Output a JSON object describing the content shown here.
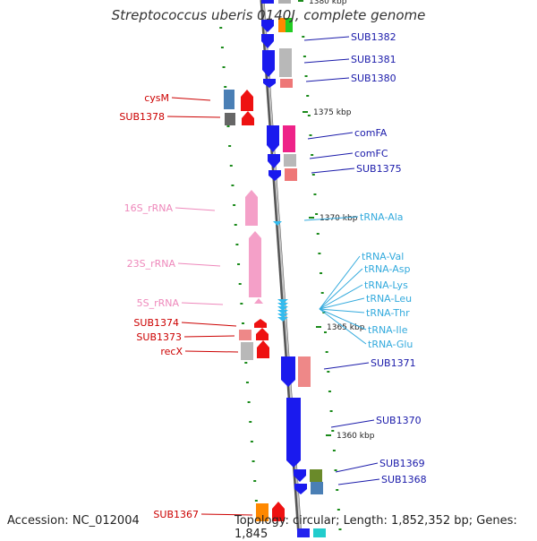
{
  "title": "Streptococcus uberis 0140J, complete genome",
  "footer": {
    "accession": "Accession: NC_012004",
    "topology": "Topology: circular; Length: 1,852,352 bp; Genes: 1,845"
  },
  "colors": {
    "cds_blue": "#1a1aee",
    "cds_red": "#ee1111",
    "rrna_pink": "#f4a0c8",
    "trna_cyan": "#33bbee",
    "backbone_gray": "#7a7a7a",
    "tick_green": "#1a8a1a",
    "label_red": "#cc0000",
    "label_blue": "#1a1aaa",
    "label_pink": "#ee88bb",
    "label_cyan": "#33aadd"
  },
  "scale_labels": [
    "1380 kbp",
    "1375 kbp",
    "1370 kbp",
    "1365 kbp",
    "1360 kbp"
  ],
  "genes_left": [
    {
      "name": "cysM",
      "color": "label_red"
    },
    {
      "name": "SUB1378",
      "color": "label_red"
    },
    {
      "name": "16S_rRNA",
      "color": "label_pink"
    },
    {
      "name": "23S_rRNA",
      "color": "label_pink"
    },
    {
      "name": "5S_rRNA",
      "color": "label_pink"
    },
    {
      "name": "SUB1374",
      "color": "label_red"
    },
    {
      "name": "SUB1373",
      "color": "label_red"
    },
    {
      "name": "recX",
      "color": "label_red"
    },
    {
      "name": "SUB1367",
      "color": "label_red"
    }
  ],
  "genes_right": [
    {
      "name": "SUB1382",
      "color": "label_blue"
    },
    {
      "name": "SUB1381",
      "color": "label_blue"
    },
    {
      "name": "SUB1380",
      "color": "label_blue"
    },
    {
      "name": "comFA",
      "color": "label_blue"
    },
    {
      "name": "comFC",
      "color": "label_blue"
    },
    {
      "name": "SUB1375",
      "color": "label_blue"
    },
    {
      "name": "tRNA-Ala",
      "color": "label_cyan"
    },
    {
      "name": "tRNA-Val",
      "color": "label_cyan"
    },
    {
      "name": "tRNA-Asp",
      "color": "label_cyan"
    },
    {
      "name": "tRNA-Lys",
      "color": "label_cyan"
    },
    {
      "name": "tRNA-Leu",
      "color": "label_cyan"
    },
    {
      "name": "tRNA-Thr",
      "color": "label_cyan"
    },
    {
      "name": "tRNA-Ile",
      "color": "label_cyan"
    },
    {
      "name": "tRNA-Glu",
      "color": "label_cyan"
    },
    {
      "name": "SUB1371",
      "color": "label_blue"
    },
    {
      "name": "SUB1370",
      "color": "label_blue"
    },
    {
      "name": "SUB1369",
      "color": "label_blue"
    },
    {
      "name": "SUB1368",
      "color": "label_blue"
    }
  ]
}
